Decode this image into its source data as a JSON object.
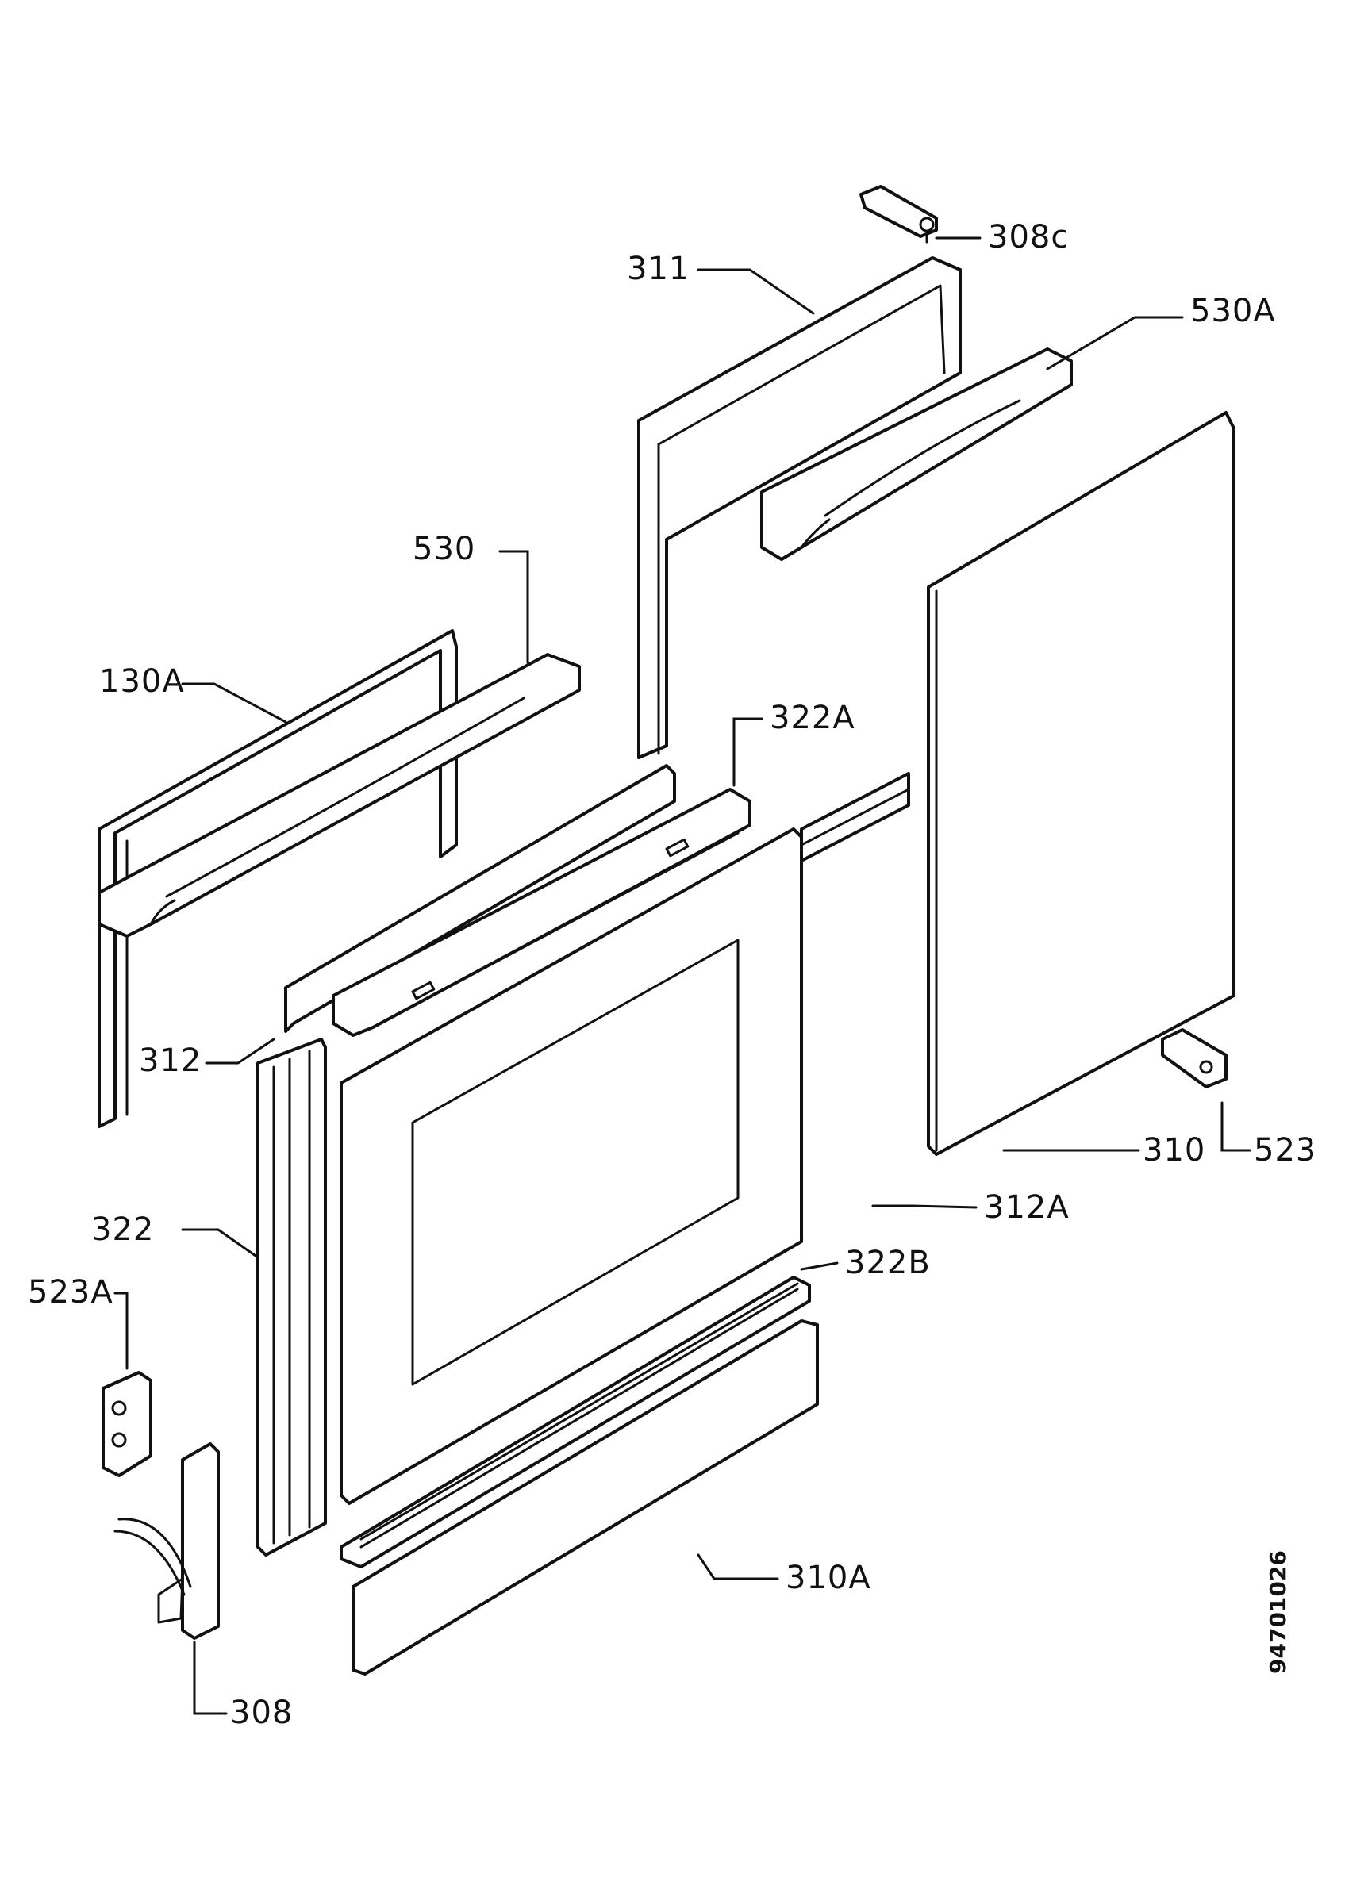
{
  "callouts": {
    "c308c": "308c",
    "c311": "311",
    "c530a": "530A",
    "c530": "530",
    "c130a": "130A",
    "c322a": "322A",
    "c312": "312",
    "c310": "310",
    "c523": "523",
    "c312a": "312A",
    "c322": "322",
    "c322b": "322B",
    "c523a": "523A",
    "c310a": "310A",
    "c308": "308"
  },
  "document_number": "94701026"
}
